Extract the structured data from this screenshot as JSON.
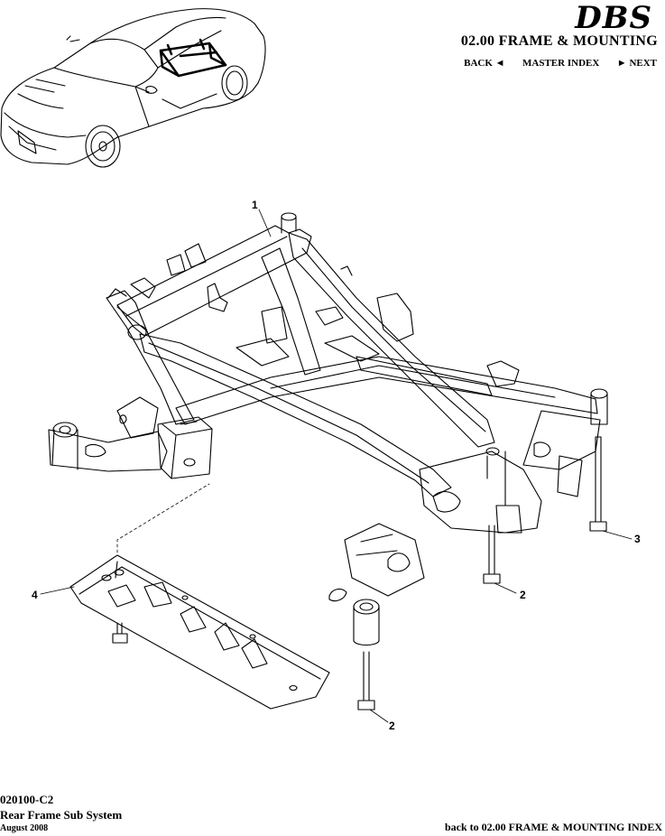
{
  "header": {
    "logo_text": "DBS",
    "section_title": "02.00 FRAME & MOUNTING",
    "nav": {
      "back": "BACK",
      "back_arrow": "◄",
      "master_index": "MASTER INDEX",
      "next_arrow": "►",
      "next": "NEXT"
    }
  },
  "callouts": [
    "1",
    "2",
    "2",
    "3",
    "4"
  ],
  "footer": {
    "part_code": "020100-C2",
    "part_name": "Rear Frame Sub System",
    "date": "August 2008",
    "back_link": "back to 02.00 FRAME & MOUNTING INDEX"
  }
}
